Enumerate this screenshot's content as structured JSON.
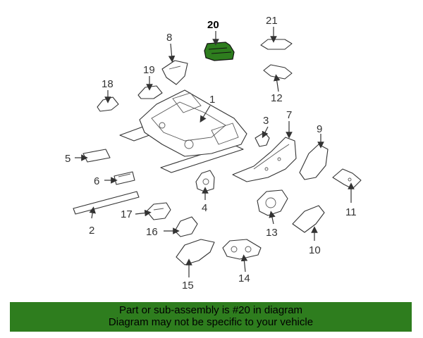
{
  "callouts": {
    "n1": "1",
    "n2": "2",
    "n3": "3",
    "n4": "4",
    "n5": "5",
    "n6": "6",
    "n7": "7",
    "n8": "8",
    "n9": "9",
    "n10": "10",
    "n11": "11",
    "n12": "12",
    "n13": "13",
    "n14": "14",
    "n15": "15",
    "n16": "16",
    "n17": "17",
    "n18": "18",
    "n19": "19",
    "n20": "20",
    "n21": "21"
  },
  "highlight_color": "#2e7d1e",
  "banner": {
    "line1": "Part or sub-assembly is #20 in diagram",
    "line2": "Diagram may not be specific to your vehicle"
  }
}
